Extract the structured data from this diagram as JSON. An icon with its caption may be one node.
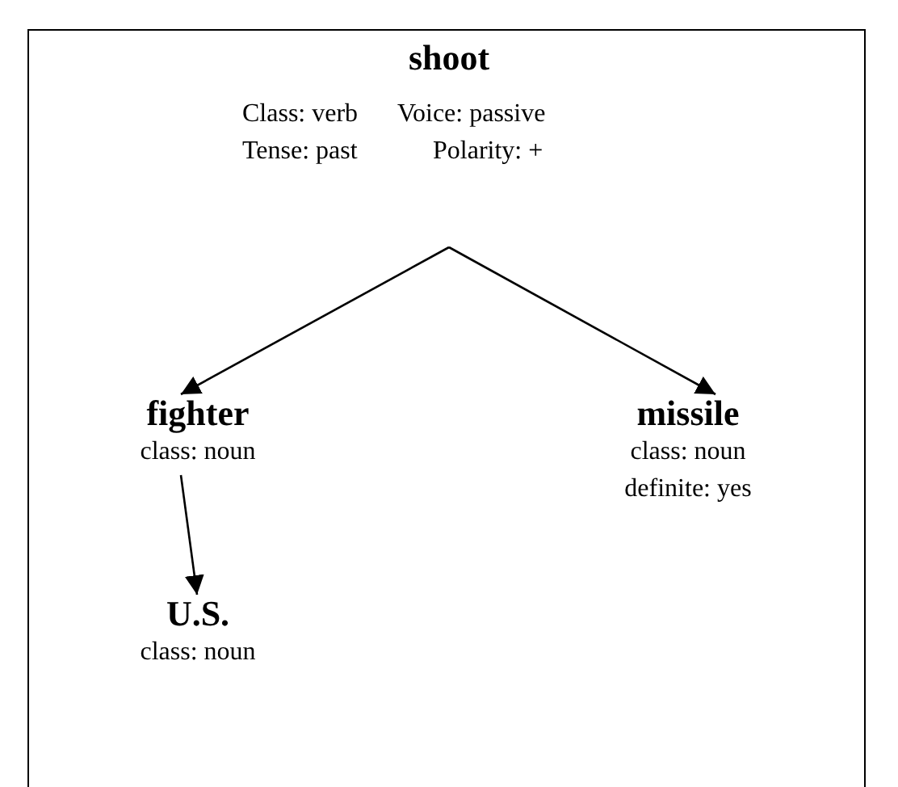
{
  "diagram": {
    "nodes": [
      {
        "text": [
          "shoot",
          "Class: verb",
          "Voice: passive",
          "Tense: past",
          "Polarity: +"
        ]
      },
      {
        "text": [
          "fighter",
          "class: noun"
        ]
      },
      {
        "text": [
          "missile",
          "class: noun",
          "definite: yes"
        ]
      },
      {
        "text": [
          "U.S.",
          "class: noun"
        ]
      }
    ],
    "edges": [
      {
        "from": 0,
        "to": 1,
        "arrow": "to"
      },
      {
        "from": 0,
        "to": 2,
        "arrow": "to"
      },
      {
        "from": 1,
        "to": 3,
        "arrow": "to"
      }
    ]
  }
}
